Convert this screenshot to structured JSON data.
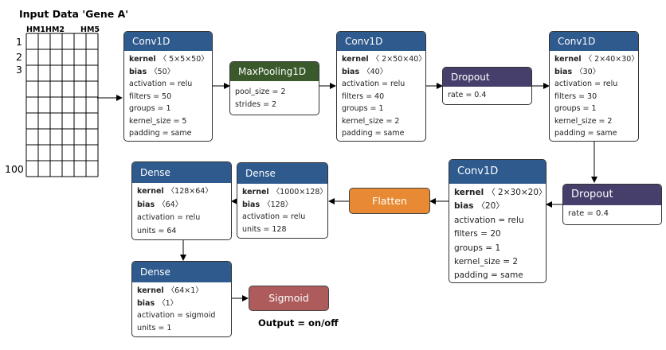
{
  "input": {
    "title": "Input Data 'Gene A'",
    "columns": [
      "HM1",
      "HM2",
      "HM5"
    ],
    "rows": [
      "1",
      "2",
      "3",
      "100"
    ]
  },
  "colors": {
    "dense_blue": "#2e5a8e",
    "maxpool_green": "#3a5a2c",
    "dropout_purple": "#463f6b",
    "flatten_orange": "#e88a33",
    "sigmoid_red": "#ad5b5b"
  },
  "nodes": {
    "conv1": {
      "title": "Conv1D",
      "lines": [
        {
          "k": "kernel",
          "v": "〈 5×5×50〉"
        },
        {
          "k": "bias",
          "v": "〈50〉"
        },
        {
          "t": "activation = relu"
        },
        {
          "t": "filters = 50"
        },
        {
          "t": "groups = 1"
        },
        {
          "t": "kernel_size = 5"
        },
        {
          "t": "padding = same"
        }
      ]
    },
    "maxpool": {
      "title": "MaxPooling1D",
      "lines": [
        {
          "t": "pool_size = 2"
        },
        {
          "t": "strides = 2"
        }
      ]
    },
    "conv2": {
      "title": "Conv1D",
      "lines": [
        {
          "k": "kernel",
          "v": "〈 2×50×40〉"
        },
        {
          "k": "bias",
          "v": "〈40〉"
        },
        {
          "t": "activation = relu"
        },
        {
          "t": "filters = 40"
        },
        {
          "t": "groups = 1"
        },
        {
          "t": "kernel_size = 2"
        },
        {
          "t": "padding = same"
        }
      ]
    },
    "dropout1": {
      "title": "Dropout",
      "lines": [
        {
          "t": "rate = 0.4"
        }
      ]
    },
    "conv3": {
      "title": "Conv1D",
      "lines": [
        {
          "k": "kernel",
          "v": "〈 2×40×30〉"
        },
        {
          "k": "bias",
          "v": "〈30〉"
        },
        {
          "t": "activation = relu"
        },
        {
          "t": "filters = 30"
        },
        {
          "t": "groups = 1"
        },
        {
          "t": "kernel_size = 2"
        },
        {
          "t": "padding = same"
        }
      ]
    },
    "dropout2": {
      "title": "Dropout",
      "lines": [
        {
          "t": "rate = 0.4"
        }
      ]
    },
    "conv4": {
      "title": "Conv1D",
      "lines": [
        {
          "k": "kernel",
          "v": "〈 2×30×20〉"
        },
        {
          "k": "bias",
          "v": "〈20〉"
        },
        {
          "t": "activation = relu"
        },
        {
          "t": "filters = 20"
        },
        {
          "t": "groups = 1"
        },
        {
          "t": "kernel_size = 2"
        },
        {
          "t": "padding = same"
        }
      ]
    },
    "flatten": {
      "title": "Flatten"
    },
    "dense1": {
      "title": "Dense",
      "lines": [
        {
          "k": "kernel",
          "v": "〈1000×128〉"
        },
        {
          "k": "bias",
          "v": "〈128〉"
        },
        {
          "t": "activation = relu"
        },
        {
          "t": "units = 128"
        }
      ]
    },
    "dense2": {
      "title": "Dense",
      "lines": [
        {
          "k": "kernel",
          "v": "〈128×64〉"
        },
        {
          "k": "bias",
          "v": "〈64〉"
        },
        {
          "t": "activation = relu"
        },
        {
          "t": "units = 64"
        }
      ]
    },
    "dense3": {
      "title": "Dense",
      "lines": [
        {
          "k": "kernel",
          "v": "〈64×1〉"
        },
        {
          "k": "bias",
          "v": "〈1〉"
        },
        {
          "t": "activation = sigmoid"
        },
        {
          "t": "units = 1"
        }
      ]
    },
    "sigmoid": {
      "title": "Sigmoid"
    }
  },
  "output_label": "Output = on/off"
}
